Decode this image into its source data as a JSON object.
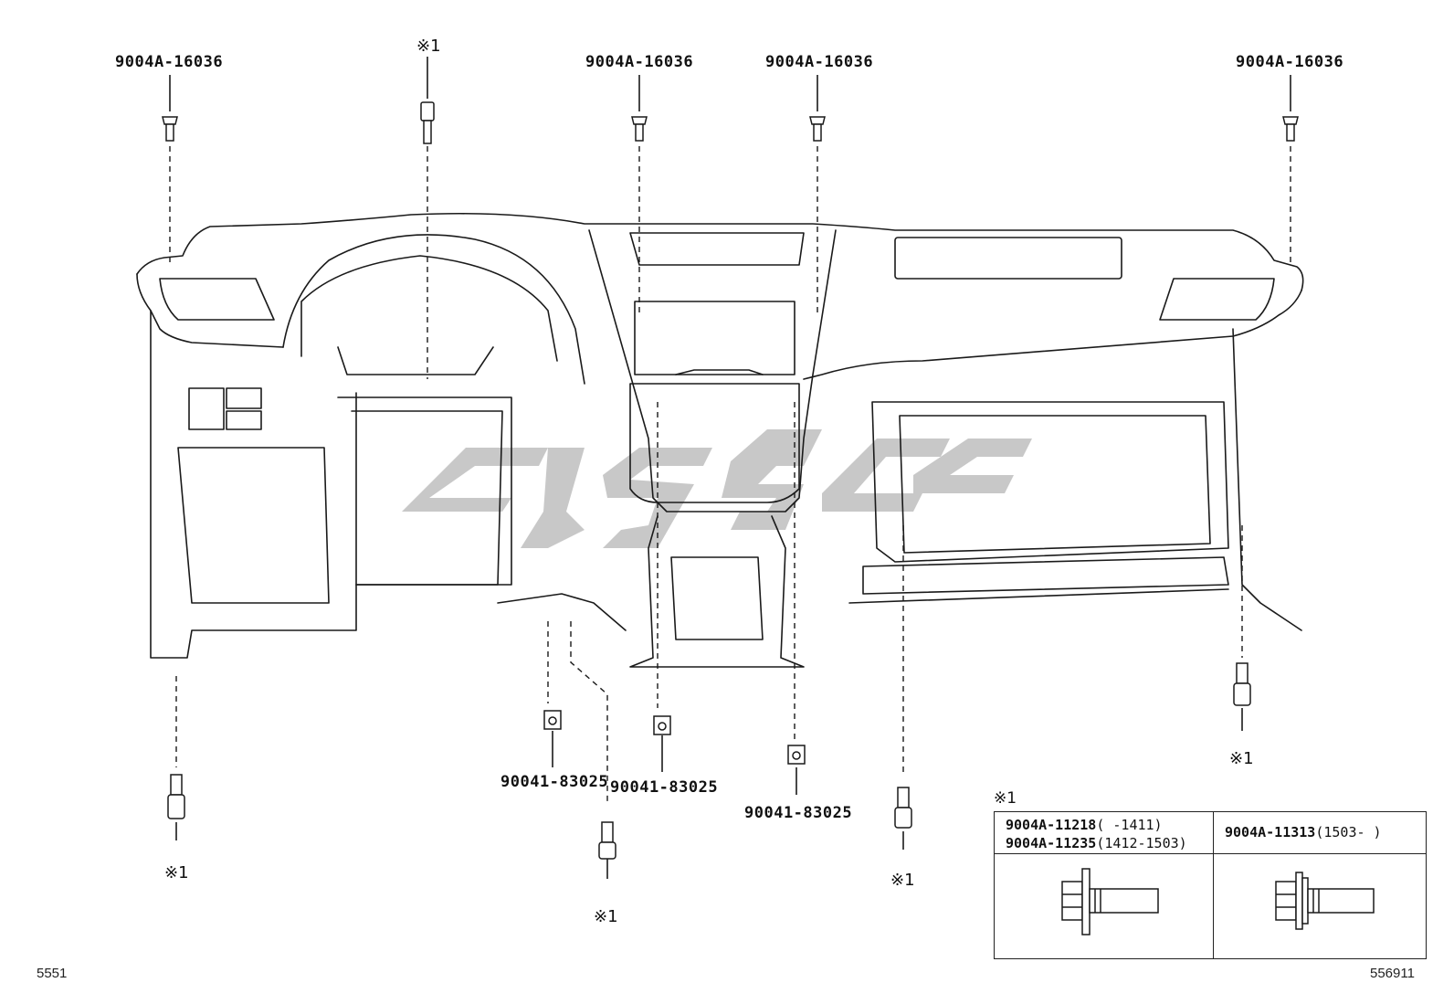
{
  "callouts": {
    "top_1": "9004A-16036",
    "top_mark_2": "※1",
    "top_3": "9004A-16036",
    "top_4": "9004A-16036",
    "top_5": "9004A-16036",
    "nut_1": "90041-83025",
    "nut_2": "90041-83025",
    "nut_3": "90041-83025",
    "mark_left": "※1",
    "mark_center": "※1",
    "mark_right_lower": "※1",
    "mark_right": "※1"
  },
  "inset": {
    "marker": "※1",
    "col1": {
      "row1_part": "9004A-11218",
      "row1_range": "(      -1411)",
      "row2_part": "9004A-11235",
      "row2_range": "(1412-1503)"
    },
    "col2": {
      "part": "9004A-11313",
      "range": "(1503-      )"
    }
  },
  "footer": {
    "left_code": "5551",
    "right_code": "556911"
  },
  "watermark": {
    "color": "#c8c8c8"
  }
}
